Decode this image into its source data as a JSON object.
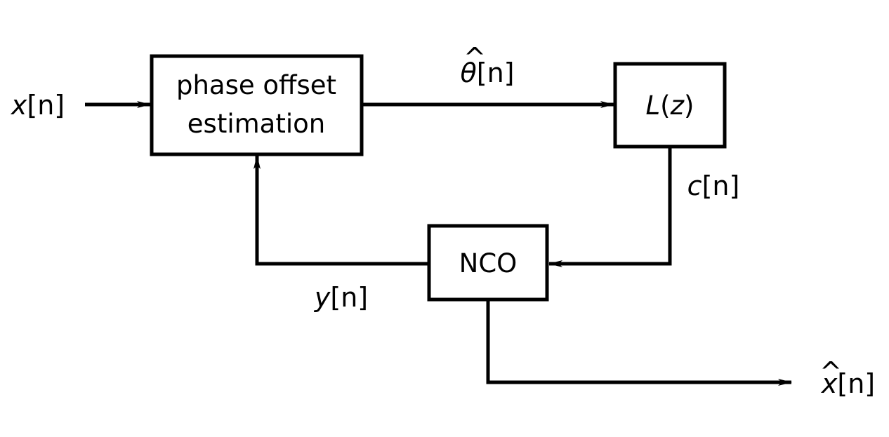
{
  "diagram": {
    "blocks": {
      "phase_offset_estimation": {
        "line1": "phase offset",
        "line2": "estimation"
      },
      "loop_filter": {
        "label_main": "L",
        "label_open": "(",
        "label_var": "z",
        "label_close": ")"
      },
      "nco": {
        "label": "NCO"
      }
    },
    "signals": {
      "input": {
        "name": "x",
        "index": "[n]"
      },
      "phase_estimate": {
        "name": "θ",
        "hat": "^",
        "index": "[n]"
      },
      "control": {
        "name": "c",
        "index": "[n]"
      },
      "nco_feedback": {
        "name": "y",
        "index": "[n]"
      },
      "output": {
        "name": "x",
        "hat": "^",
        "index": "[n]"
      }
    },
    "colors": {
      "stroke": "#000000",
      "background": "#ffffff"
    }
  }
}
